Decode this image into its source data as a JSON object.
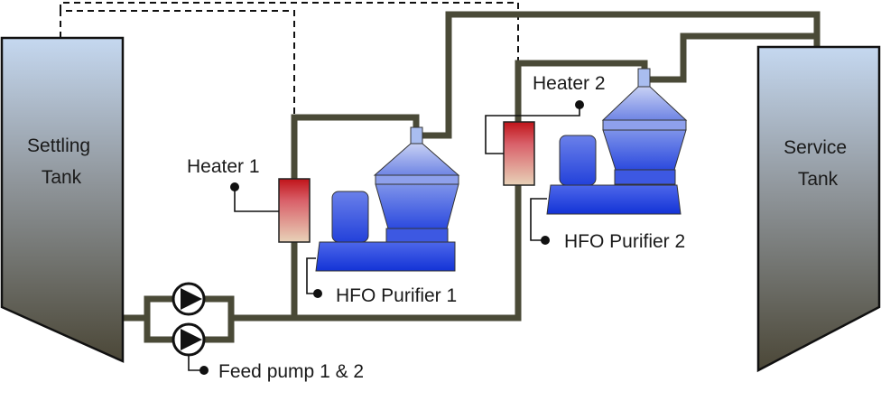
{
  "labels": {
    "settling_tank": [
      "Settling",
      "Tank"
    ],
    "service_tank": [
      "Service",
      "Tank"
    ],
    "heater_1": "Heater 1",
    "heater_2": "Heater 2",
    "purifier_1": "HFO Purifier 1",
    "purifier_2": "HFO Purifier 2",
    "feed_pumps": "Feed pump 1 & 2"
  },
  "colors": {
    "pipe": "#4a4a37",
    "tank_top": "#c5d8f0",
    "tank_bottom": "#4b4737",
    "purifier_dark": "#1f3fe0",
    "purifier_light": "#b8c4f2",
    "heater_top": "#c0141a",
    "heater_bottom": "#e8d2b8"
  },
  "icons": [
    "pump-icon",
    "pump-icon"
  ]
}
